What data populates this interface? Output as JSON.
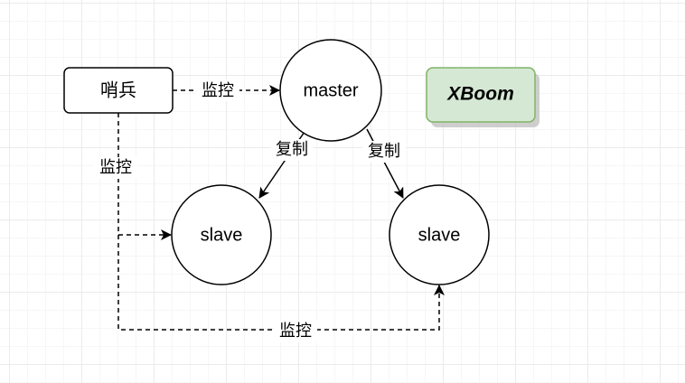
{
  "nodes": {
    "sentinel": "哨兵",
    "master": "master",
    "slave_left": "slave",
    "slave_right": "slave"
  },
  "badge": {
    "label": "XBoom",
    "fill": "#d5e8d4",
    "stroke": "#82b366"
  },
  "edges": {
    "monitor_master": "监控",
    "monitor_left": "监控",
    "monitor_right": "监控",
    "replicate_left": "复制",
    "replicate_right": "复制"
  }
}
